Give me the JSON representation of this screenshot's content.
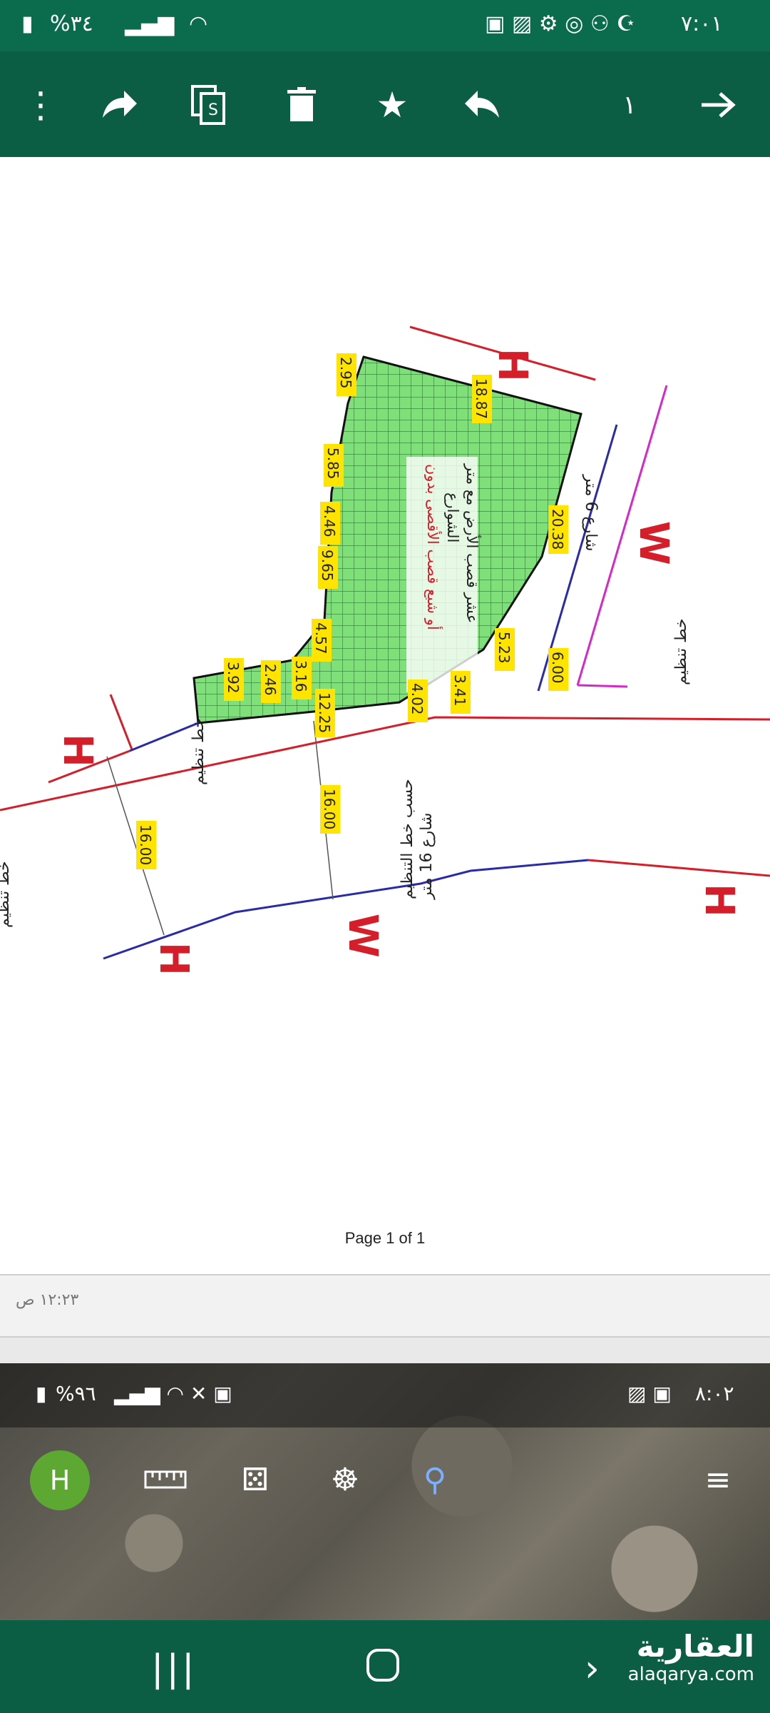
{
  "status_bar": {
    "time": "٧:٠١",
    "battery": "%٣٤"
  },
  "toolbar": {
    "page_counter": "١",
    "icons": [
      "more-vert-icon",
      "share-icon",
      "copy-icon",
      "delete-icon",
      "star-icon",
      "reply-icon",
      "arrow-forward-icon"
    ]
  },
  "document": {
    "footer": "Page 1 of 1",
    "labels": {
      "H1": "H",
      "H2": "H",
      "H3": "H",
      "H4": "H",
      "W1": "W",
      "W2": "W",
      "street6": "شارع 6 متر",
      "street16_line1": "شارع 16 متر",
      "street16_line2": "حسب خط التنظيم",
      "note_line1": "عشر قصب الأرض مع متر",
      "note_line2": "أو شبع قصب الأقصى بدون",
      "note_line3": "الشوارع",
      "tanzeem_left": "خط تنظيم",
      "tanzeem_mid": "خط تنظيم",
      "tanzeem_right": "خط تنظيم"
    },
    "dims": {
      "d295": "2.95",
      "d1887": "18.87",
      "d585": "5.85",
      "d446": "4.46",
      "d2038": "20.38",
      "d965": "9.65",
      "d457": "4.57",
      "d523": "5.23",
      "d316": "3.16",
      "d246": "2.46",
      "d392": "3.92",
      "d1225": "12.25",
      "d402": "4.02",
      "d341": "3.41",
      "d600": "6.00",
      "d1600a": "16.00",
      "d1600b": "16.00"
    }
  },
  "message": {
    "time": "١٢:٢٣ ص"
  },
  "sat_status": {
    "time": "٨:٠٢",
    "battery": "%٩٦"
  },
  "sat_tools": {
    "avatar_letter": "H"
  },
  "bottom_nav": {
    "logo_ar": "العقارية",
    "logo_en": "alaqarya.com"
  }
}
